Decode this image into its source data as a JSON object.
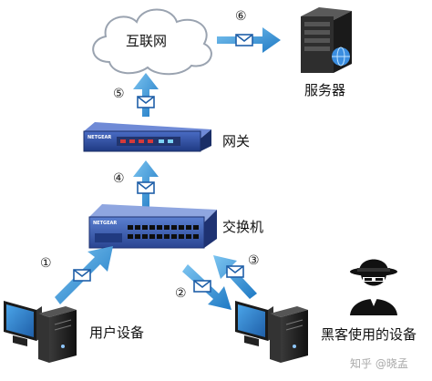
{
  "diagram": {
    "cloud_label": "互联网",
    "server_label": "服务器",
    "gateway_label": "网关",
    "switch_label": "交换机",
    "user_device_label": "用户设备",
    "hacker_device_label": "黑客使用的设备",
    "gateway_brand": "NETGEAR",
    "switch_brand": "NETGEAR",
    "steps": [
      "①",
      "②",
      "③",
      "④",
      "⑤",
      "⑥"
    ]
  },
  "watermark": "知乎 @晓孟",
  "colors": {
    "arrow": "#2e8fd4",
    "envelope": "#1f5fa8",
    "device_blue": "#2f4fa8",
    "cloud_stroke": "#9aa3b0"
  }
}
